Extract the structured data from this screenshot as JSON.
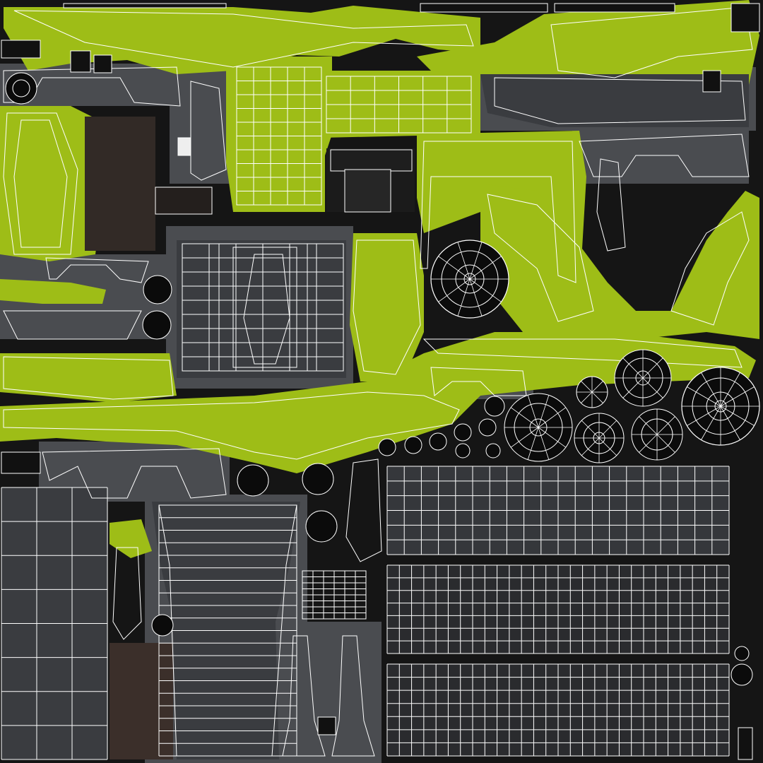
{
  "texture": {
    "kind": "uv-atlas",
    "colors": {
      "background": "#151515",
      "paint": "#9ebd17",
      "bleed_gray": "#4a4c50",
      "dark_panel": "#35373b",
      "black": "#0b0b0b",
      "rust": "#3b2f2a",
      "wire": "#ffffff",
      "wire_soft": "#e8f5c0"
    },
    "islands": [
      {
        "name": "green-panel-top-left",
        "fill": "paint"
      },
      {
        "name": "green-panel-top-right",
        "fill": "paint"
      },
      {
        "name": "green-beam-middle",
        "fill": "paint"
      },
      {
        "name": "green-beam-long",
        "fill": "paint"
      },
      {
        "name": "green-fender-right",
        "fill": "paint"
      },
      {
        "name": "dark-grid-sheet-1",
        "fill": "dark_panel"
      },
      {
        "name": "dark-grid-sheet-2",
        "fill": "dark_panel"
      },
      {
        "name": "dark-grid-sheet-3",
        "fill": "dark_panel"
      },
      {
        "name": "gray-body-panel",
        "fill": "dark_panel"
      },
      {
        "name": "gray-column",
        "fill": "dark_panel"
      },
      {
        "name": "wheel-rim",
        "fill": "black"
      },
      {
        "name": "rust-panel",
        "fill": "rust"
      }
    ],
    "wheels": [
      {
        "name": "wheel-large-1",
        "spokes": 10
      },
      {
        "name": "wheel-large-2",
        "spokes": 12
      },
      {
        "name": "wheel-medium-1",
        "spokes": 10
      },
      {
        "name": "wheel-medium-2",
        "spokes": 8
      },
      {
        "name": "wheel-medium-3",
        "spokes": 8
      },
      {
        "name": "hubcap-small",
        "spokes": 8
      }
    ]
  }
}
